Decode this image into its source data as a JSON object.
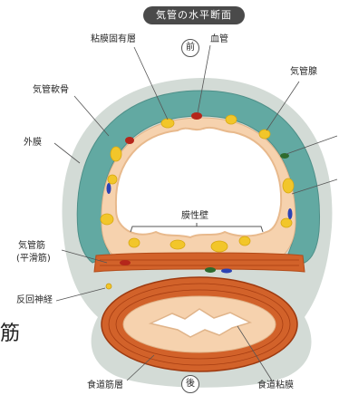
{
  "title": "気管の水平断面",
  "orientation": {
    "front": "前",
    "back": "後"
  },
  "labels": {
    "mucosa_lamina": "粘膜固有層",
    "blood_vessel": "血管",
    "tracheal_cartilage": "気管軟骨",
    "tracheal_gland": "気管腺",
    "adventitia": "外膜",
    "membranous_wall": "膜性壁",
    "trachealis_muscle": "気管筋",
    "trachealis_muscle_note": "(平滑筋)",
    "recurrent_nerve": "反回神経",
    "esophageal_muscle": "食道筋層",
    "esophageal_mucosa": "食道粘膜"
  },
  "cropped_text": "筋",
  "colors": {
    "adventitia": "#d3dbd6",
    "cartilage": "#62a9a2",
    "mucosa": "#f6d2ae",
    "muscle": "#d2622a",
    "gland": "#f2c62a",
    "vessel_red": "#b5261b",
    "vessel_blue": "#2b43b5",
    "vessel_green": "#2e6b2e"
  }
}
